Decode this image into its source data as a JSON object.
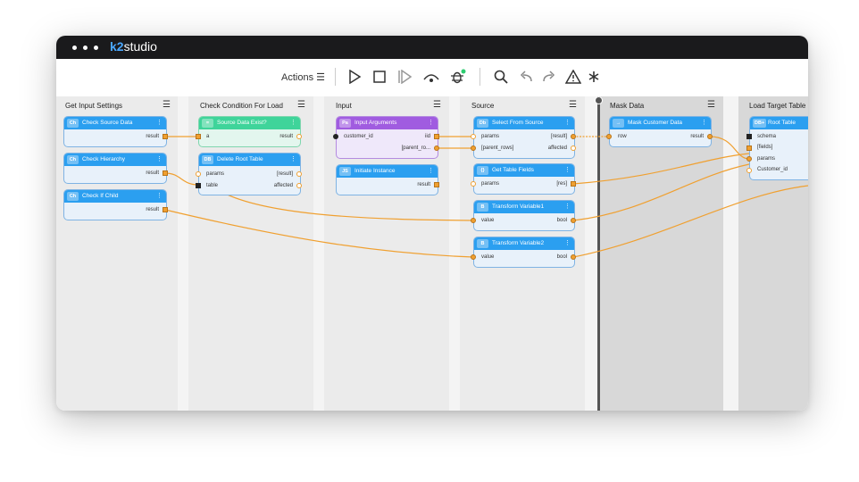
{
  "app": {
    "logo_k2": "k2",
    "logo_rest": "studio"
  },
  "toolbar": {
    "actions_label": "Actions ☰",
    "icons": [
      "play-icon",
      "stop-icon",
      "step-icon",
      "step-over-icon",
      "debug-icon",
      "search-icon",
      "undo-icon",
      "redo-icon",
      "warning-icon",
      "asterisk-icon"
    ]
  },
  "columns": [
    {
      "title": "Get Input Settings"
    },
    {
      "title": "Check Condition For Load"
    },
    {
      "title": "Input"
    },
    {
      "title": "Source"
    },
    {
      "title": "Mask Data"
    },
    {
      "title": "Load Target Table"
    }
  ],
  "nodes": {
    "check_source_data": {
      "badge": "Ch",
      "title": "Check Source Data",
      "out1": "result"
    },
    "check_hierarchy": {
      "badge": "Ch",
      "title": "Check Hierarchy",
      "out1": "result"
    },
    "check_if_child": {
      "badge": "Ch",
      "title": "Check If Child",
      "out1": "result"
    },
    "source_data_exist": {
      "badge": "=",
      "title": "Source Data Exist?",
      "in1": "a",
      "out1": "result"
    },
    "delete_root_table": {
      "badge": "DB",
      "title": "Delete Root Table",
      "in1": "params",
      "in2": "table",
      "out1": "[result]",
      "out2": "affected"
    },
    "input_arguments": {
      "badge": "Pa",
      "title": "Input Arguments",
      "in1": "customer_id",
      "out1": "iid",
      "out2": "[parent_ro..."
    },
    "initiate_instance": {
      "badge": "JS",
      "title": "Initiate Instance",
      "out1": "result"
    },
    "select_from_source": {
      "badge": "Db",
      "title": "Select From Source",
      "in1": "params",
      "in2": "[parent_rows]",
      "out1": "[result]",
      "out2": "affected"
    },
    "get_table_fields": {
      "badge": "{}",
      "title": "Get Table Fields",
      "in1": "params",
      "out1": "[res]"
    },
    "transform_variable1": {
      "badge": "B",
      "title": "Transform Variable1",
      "in1": "value",
      "out1": "bool"
    },
    "transform_variable2": {
      "badge": "B",
      "title": "Transform Variable2",
      "in1": "value",
      "out1": "bool"
    },
    "mask_customer_data": {
      "badge": "→",
      "title": "Mask Customer Data",
      "in1": "row",
      "out1": "result"
    },
    "root_table": {
      "badge": "DB+",
      "title": "Root Table",
      "in1": "schema",
      "in2": "[fields]",
      "in3": "params",
      "in4": "Customer_id"
    }
  },
  "colors": {
    "wire": "#f0a030",
    "header_blue": "#2b9ff0",
    "header_green": "#3fd49a",
    "header_purple": "#a05ce0"
  }
}
